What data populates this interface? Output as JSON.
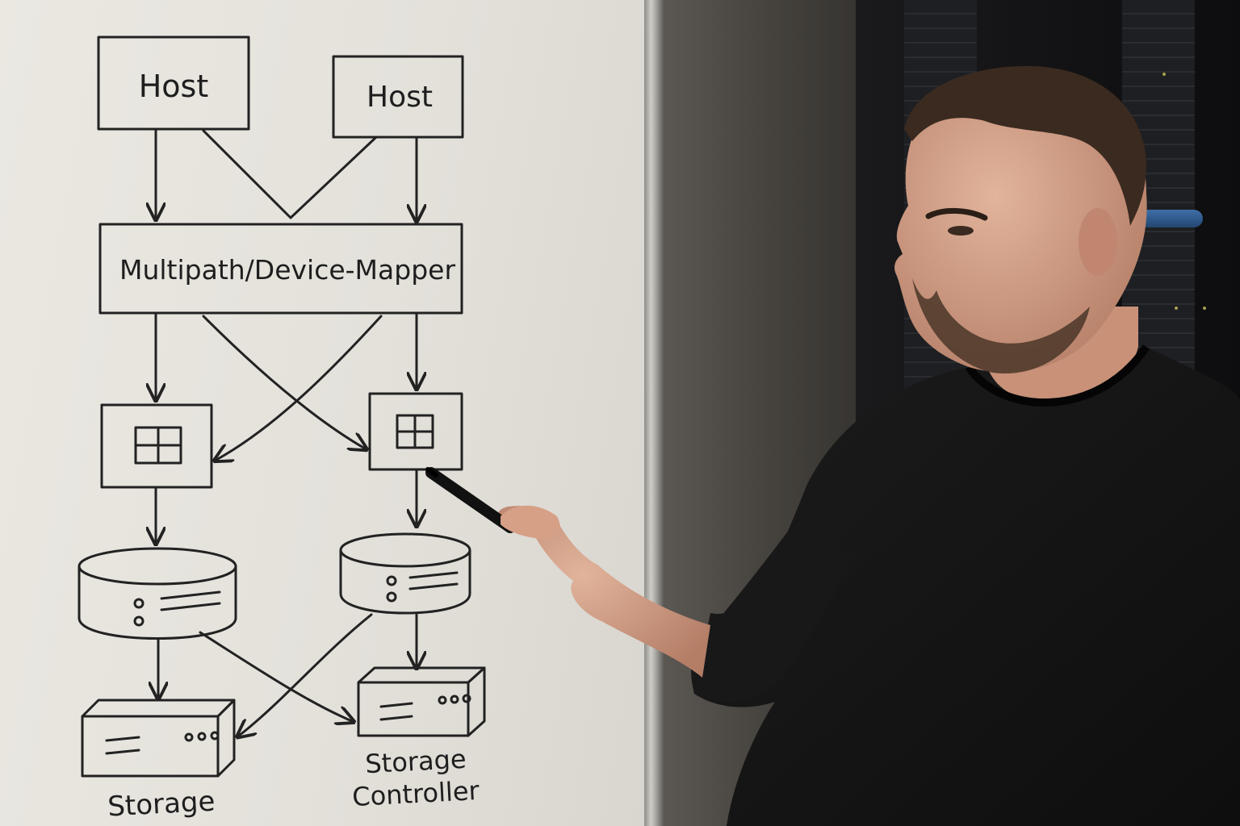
{
  "diagram": {
    "host_left_label": "Host",
    "host_right_label": "Host",
    "multipath_label": "Multipath/Device-Mapper",
    "controller_left_label": "Storage",
    "controller_right_label_line1": "Storage",
    "controller_right_label_line2": "Controller"
  },
  "colors": {
    "ink": "#222222",
    "whiteboard": "#e7e4de",
    "sweater": "#151515",
    "skin": "#d9a58c",
    "hair": "#3a2a20"
  }
}
